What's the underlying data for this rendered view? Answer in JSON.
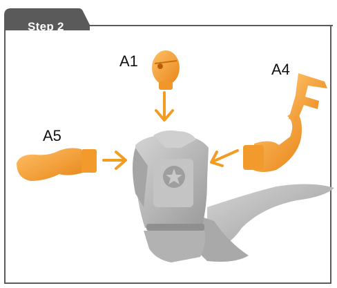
{
  "step": {
    "label": "Step 2"
  },
  "parts": {
    "a1": {
      "label": "A1"
    },
    "a4": {
      "label": "A4"
    },
    "a5": {
      "label": "A5"
    }
  },
  "colors": {
    "tab": "#5a5a5a",
    "frame": "#5a5a5a",
    "part_orange": "#f6a23a",
    "arrow_orange": "#f39c22",
    "body_grey": "#b8b8b8"
  },
  "icons": [
    "arrow-down-icon",
    "arrow-left-icon",
    "arrow-right-icon"
  ]
}
